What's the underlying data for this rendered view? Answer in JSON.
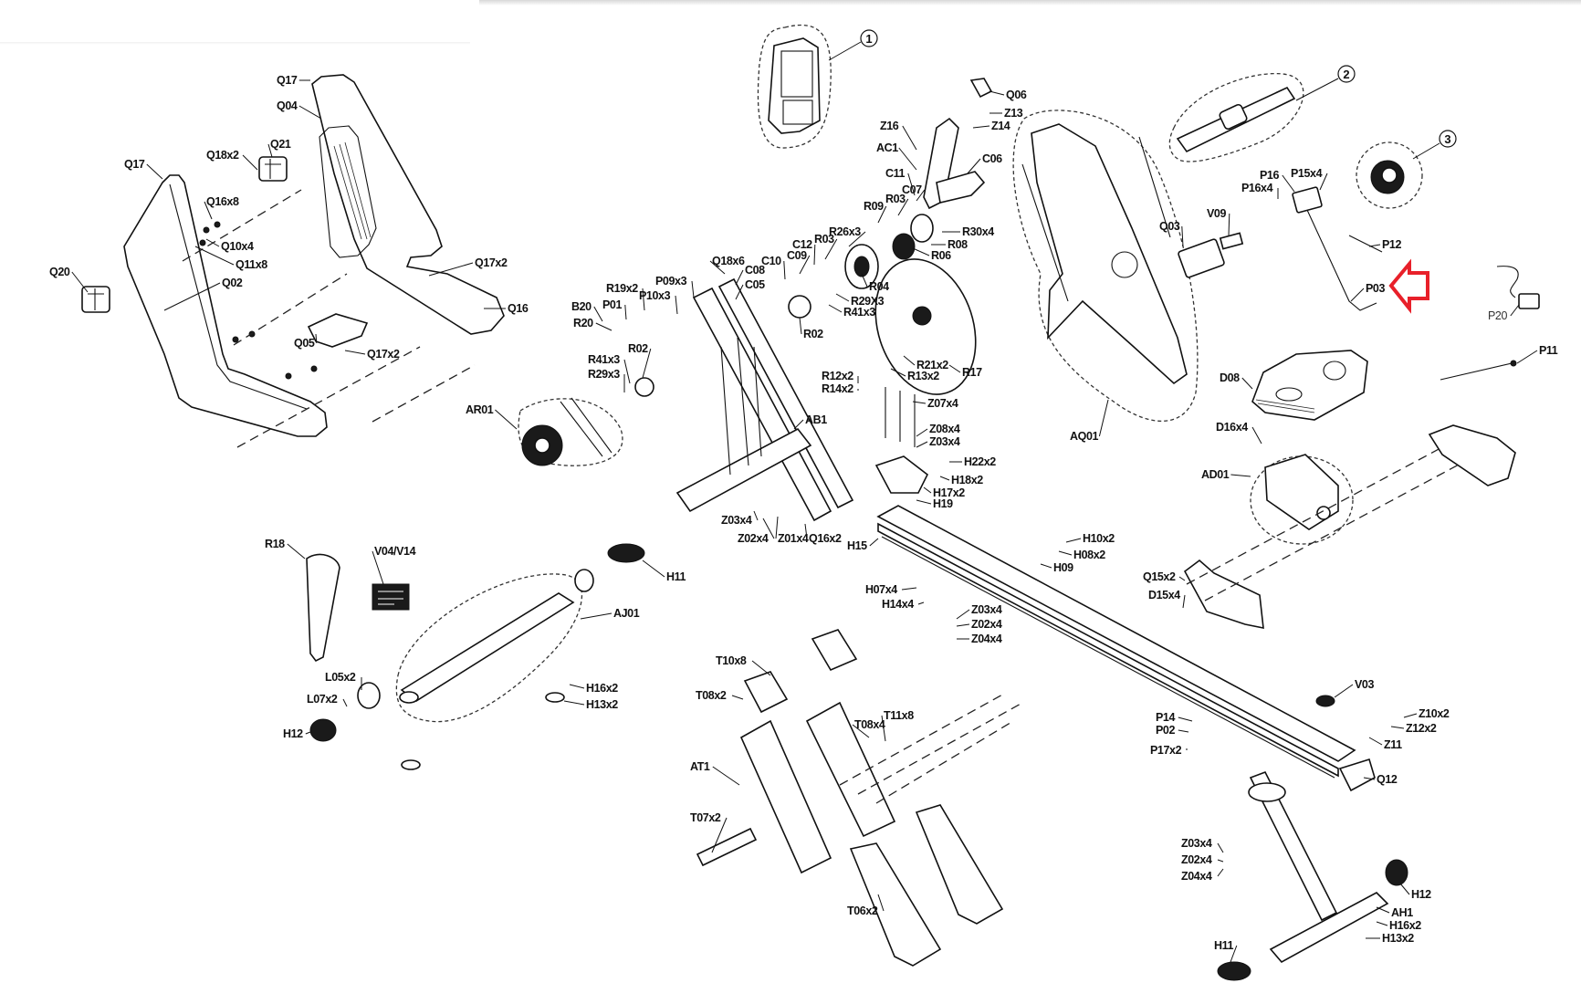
{
  "diagram": {
    "title": "Rowing machine exploded parts diagram",
    "highlight_color": "#e8202a",
    "line_color": "#111111",
    "highlighted_part": "P03",
    "callouts": [
      "1",
      "2",
      "3"
    ],
    "labels": {
      "Q17_top": "Q17",
      "Q04": "Q04",
      "Q21": "Q21",
      "Q18x2": "Q18x2",
      "Q17_left": "Q17",
      "Q16x8": "Q16x8",
      "Q10x4": "Q10x4",
      "Q11x8": "Q11x8",
      "Q20": "Q20",
      "Q02": "Q02",
      "Q17x2_a": "Q17x2",
      "Q16": "Q16",
      "Q05": "Q05",
      "Q17x2_b": "Q17x2",
      "AR01": "AR01",
      "B20": "B20",
      "P01": "P01",
      "R20": "R20",
      "R19x2": "R19x2",
      "P09x3": "P09x3",
      "P10x3": "P10x3",
      "Q18x6": "Q18x6",
      "C08": "C08",
      "C05": "C05",
      "C10": "C10",
      "C09": "C09",
      "C12": "C12",
      "R03_a": "R03",
      "R26x3": "R26x3",
      "R41x3_a": "R41x3",
      "R02_a": "R02",
      "R29x3_a": "R29x3",
      "R04": "R04",
      "R29X3_b": "R29X3",
      "R41x3_b": "R41x3",
      "R02_b": "R02",
      "R12x2": "R12x2",
      "R14x2": "R14x2",
      "AB1": "AB1",
      "Z16": "Z16",
      "AC1": "AC1",
      "C11": "C11",
      "C07": "C07",
      "R09": "R09",
      "R03_b": "R03",
      "C06": "C06",
      "R30x4": "R30x4",
      "R08": "R08",
      "R06": "R06",
      "R17": "R17",
      "R21x2": "R21x2",
      "R13x2": "R13x2",
      "Z07x4": "Z07x4",
      "Z08x4": "Z08x4",
      "Z03x4_a": "Z03x4",
      "H22x2": "H22x2",
      "H18x2": "H18x2",
      "H17x2": "H17x2",
      "H19": "H19",
      "Q06": "Q06",
      "Z13": "Z13",
      "Z14": "Z14",
      "AQ01": "AQ01",
      "Q03": "Q03",
      "V09": "V09",
      "P16": "P16",
      "P15x4": "P15x4",
      "P16x4": "P16x4",
      "P12": "P12",
      "P03": "P03",
      "P20": "P20",
      "P11": "P11",
      "D08": "D08",
      "D16x4": "D16x4",
      "AD01": "AD01",
      "Q15x2": "Q15x2",
      "D15x4": "D15x4",
      "R18": "R18",
      "V04V14": "V04/V14",
      "AJ01": "AJ01",
      "H11_a": "H11",
      "L05x2": "L05x2",
      "L07x2": "L07x2",
      "H12_a": "H12",
      "H16x2_a": "H16x2",
      "H13x2_a": "H13x2",
      "Z03x4_b": "Z03x4",
      "Z02x4_a": "Z02x4",
      "Z01x4": "Z01x4",
      "Q16x2": "Q16x2",
      "H15": "H15",
      "H10x2": "H10x2",
      "H08x2": "H08x2",
      "H09": "H09",
      "H07x4": "H07x4",
      "H14x4": "H14x4",
      "Z03x4_c": "Z03x4",
      "Z02x4_b": "Z02x4",
      "Z04x4_a": "Z04x4",
      "T10x8": "T10x8",
      "T08x2": "T08x2",
      "T08x4": "T08x4",
      "T11x8": "T11x8",
      "AT1": "AT1",
      "T07x2": "T07x2",
      "T06x2": "T06x2",
      "V03": "V03",
      "Z10x2": "Z10x2",
      "Z12x2": "Z12x2",
      "Z11": "Z11",
      "Q12": "Q12",
      "P14": "P14",
      "P02": "P02",
      "P17x2": "P17x2",
      "Z03x4_d": "Z03x4",
      "Z02x4_c": "Z02x4",
      "Z04x4_b": "Z04x4",
      "H12_b": "H12",
      "AH1": "AH1",
      "H16x2_b": "H16x2",
      "H13x2_b": "H13x2",
      "H11_b": "H11"
    }
  }
}
